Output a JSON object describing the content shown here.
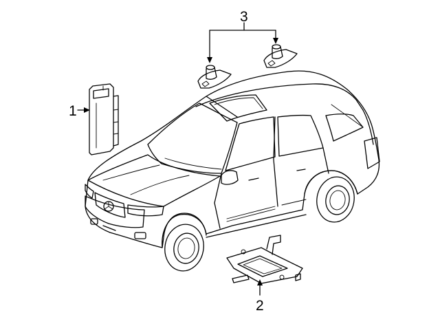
{
  "diagram": {
    "callouts": [
      {
        "id": "1",
        "label": "1",
        "part": "control-module"
      },
      {
        "id": "2",
        "label": "2",
        "part": "underbody-bracket-module"
      },
      {
        "id": "3",
        "label": "3",
        "part": "roof-antenna-modules"
      }
    ],
    "colors": {
      "line": "#000000",
      "background": "#ffffff"
    }
  }
}
